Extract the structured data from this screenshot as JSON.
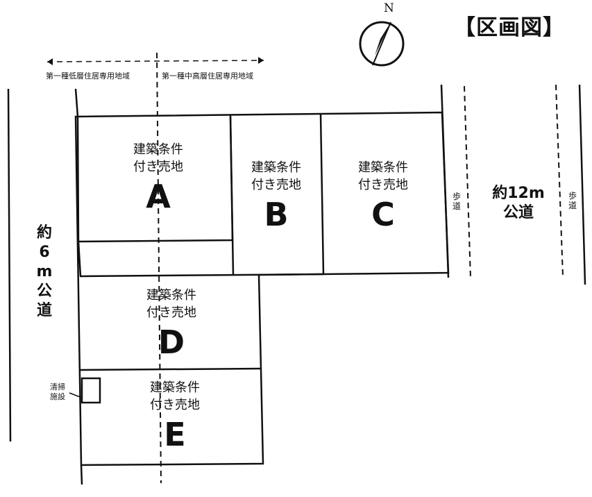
{
  "title": "【区画図】",
  "north": {
    "letter": "N",
    "icon": "north-arrow-icon"
  },
  "zones": {
    "left": "第一種低層住居専用地域",
    "right": "第一種中高層住居専用地域"
  },
  "lots": [
    {
      "id": "A",
      "condition_line1": "建築条件",
      "condition_line2": "付き売地",
      "letter": "A"
    },
    {
      "id": "B",
      "condition_line1": "建築条件",
      "condition_line2": "付き売地",
      "letter": "B"
    },
    {
      "id": "C",
      "condition_line1": "建築条件",
      "condition_line2": "付き売地",
      "letter": "C"
    },
    {
      "id": "D",
      "condition_line1": "建築条件",
      "condition_line2": "付き売地",
      "letter": "D"
    },
    {
      "id": "E",
      "condition_line1": "建築条件",
      "condition_line2": "付き売地",
      "letter": "E"
    }
  ],
  "roads": {
    "west": {
      "line1": "約",
      "line2": "6",
      "line3": "m",
      "line4": "公",
      "line5": "道"
    },
    "east": {
      "line1": "約12m",
      "line2": "公道"
    }
  },
  "sidewalks": {
    "left": {
      "char1": "歩",
      "char2": "道"
    },
    "right": {
      "char1": "歩",
      "char2": "道"
    }
  },
  "facility": {
    "line1": "清掃",
    "line2": "施設"
  }
}
